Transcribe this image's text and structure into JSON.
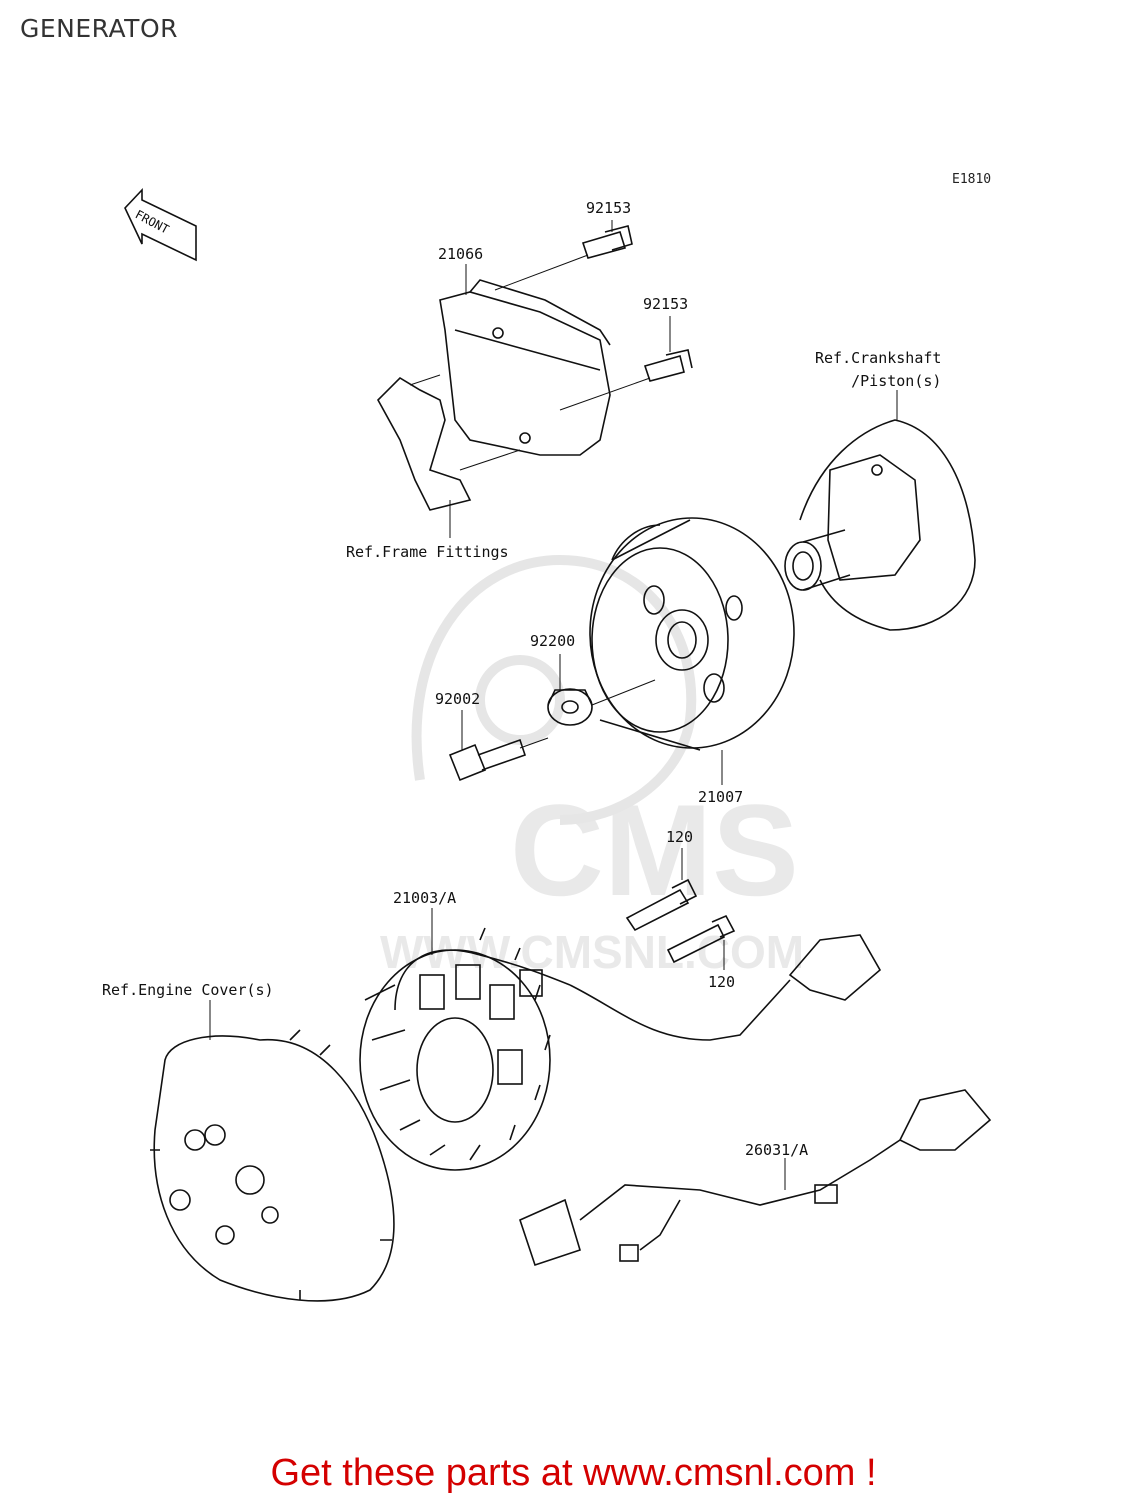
{
  "page": {
    "title": "GENERATOR",
    "diagram_code": "E1810",
    "footer": "Get these parts at www.cmsnl.com !"
  },
  "watermark": {
    "brand": "CMS",
    "url": "WWW.CMSNL.COM"
  },
  "front_arrow_label": "FRONT",
  "parts": [
    {
      "id": "p92153a",
      "label": "92153"
    },
    {
      "id": "p21066",
      "label": "21066"
    },
    {
      "id": "p92153b",
      "label": "92153"
    },
    {
      "id": "pcrank",
      "label": "Ref.Crankshaft\n/Piston(s)"
    },
    {
      "id": "pframe",
      "label": "Ref.Frame Fittings"
    },
    {
      "id": "p92200",
      "label": "92200"
    },
    {
      "id": "p92002",
      "label": "92002"
    },
    {
      "id": "p21007",
      "label": "21007"
    },
    {
      "id": "p120a",
      "label": "120"
    },
    {
      "id": "p21003",
      "label": "21003/A"
    },
    {
      "id": "p120b",
      "label": "120"
    },
    {
      "id": "pengine",
      "label": "Ref.Engine Cover(s)"
    },
    {
      "id": "p26031",
      "label": "26031/A"
    }
  ]
}
